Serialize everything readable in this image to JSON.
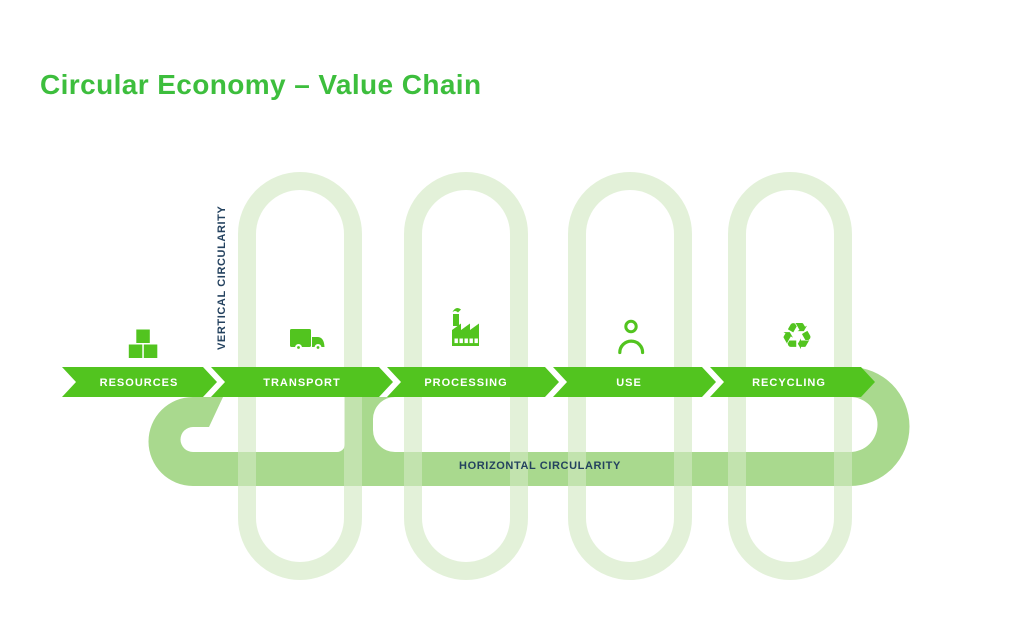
{
  "title": "Circular Economy – Value Chain",
  "stages": [
    {
      "label": "RESOURCES",
      "icon": "cubes-icon"
    },
    {
      "label": "TRANSPORT",
      "icon": "truck-icon"
    },
    {
      "label": "PROCESSING",
      "icon": "factory-icon"
    },
    {
      "label": "USE",
      "icon": "person-icon"
    },
    {
      "label": "RECYCLING",
      "icon": "recycling-icon"
    }
  ],
  "annotations": {
    "vertical_label": "VERTICAL CIRCULARITY",
    "horizontal_label": "HORIZONTAL CIRCULARITY"
  },
  "icons": {
    "recycling_glyph": "♻"
  },
  "colors": {
    "title_green": "#3DBE3D",
    "arrow_green": "#52C41F",
    "loop_band_green": "#A9D98E",
    "capsule_outline_green": "#E3F1D9",
    "navy_text": "#24425F",
    "arrow_label_white": "#FFFFFF"
  }
}
